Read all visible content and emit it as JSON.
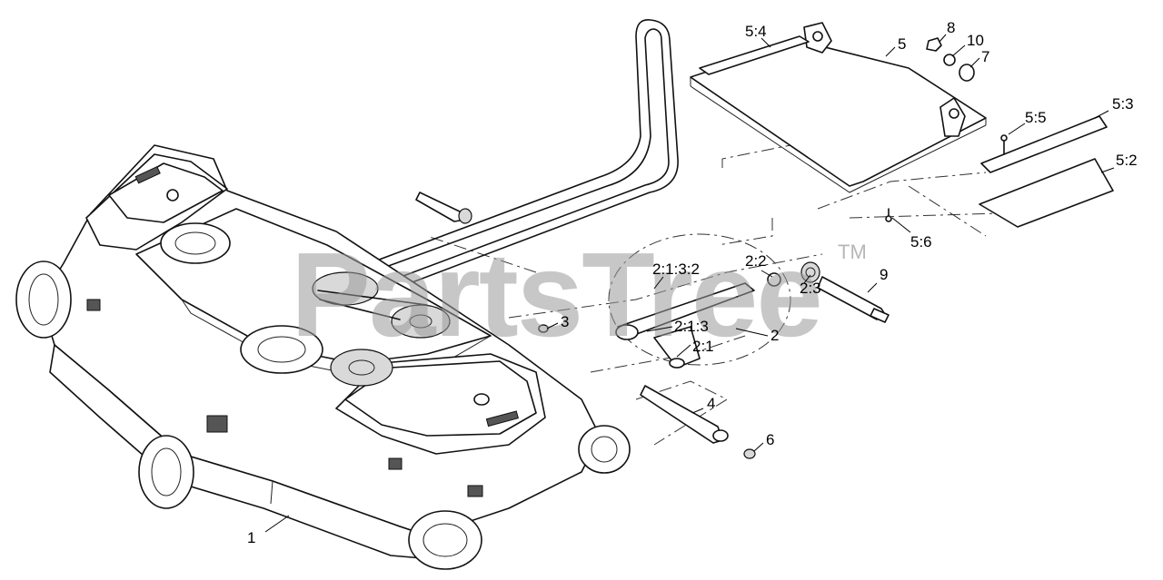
{
  "watermark": {
    "brand": "PartsTree",
    "trademark": "TM"
  },
  "callouts": [
    {
      "id": "c1",
      "text": "1"
    },
    {
      "id": "c2",
      "text": "2"
    },
    {
      "id": "c2_1",
      "text": "2:1"
    },
    {
      "id": "c2_1_3",
      "text": "2:1:3"
    },
    {
      "id": "c2_1_3_2",
      "text": "2:1:3:2"
    },
    {
      "id": "c2_2",
      "text": "2:2"
    },
    {
      "id": "c2_3",
      "text": "2:3"
    },
    {
      "id": "c3",
      "text": "3"
    },
    {
      "id": "c4",
      "text": "4"
    },
    {
      "id": "c5",
      "text": "5"
    },
    {
      "id": "c5_2",
      "text": "5:2"
    },
    {
      "id": "c5_3",
      "text": "5:3"
    },
    {
      "id": "c5_4",
      "text": "5:4"
    },
    {
      "id": "c5_5",
      "text": "5:5"
    },
    {
      "id": "c5_6",
      "text": "5:6"
    },
    {
      "id": "c6",
      "text": "6"
    },
    {
      "id": "c7",
      "text": "7"
    },
    {
      "id": "c8",
      "text": "8"
    },
    {
      "id": "c9",
      "text": "9"
    },
    {
      "id": "c10",
      "text": "10"
    }
  ]
}
